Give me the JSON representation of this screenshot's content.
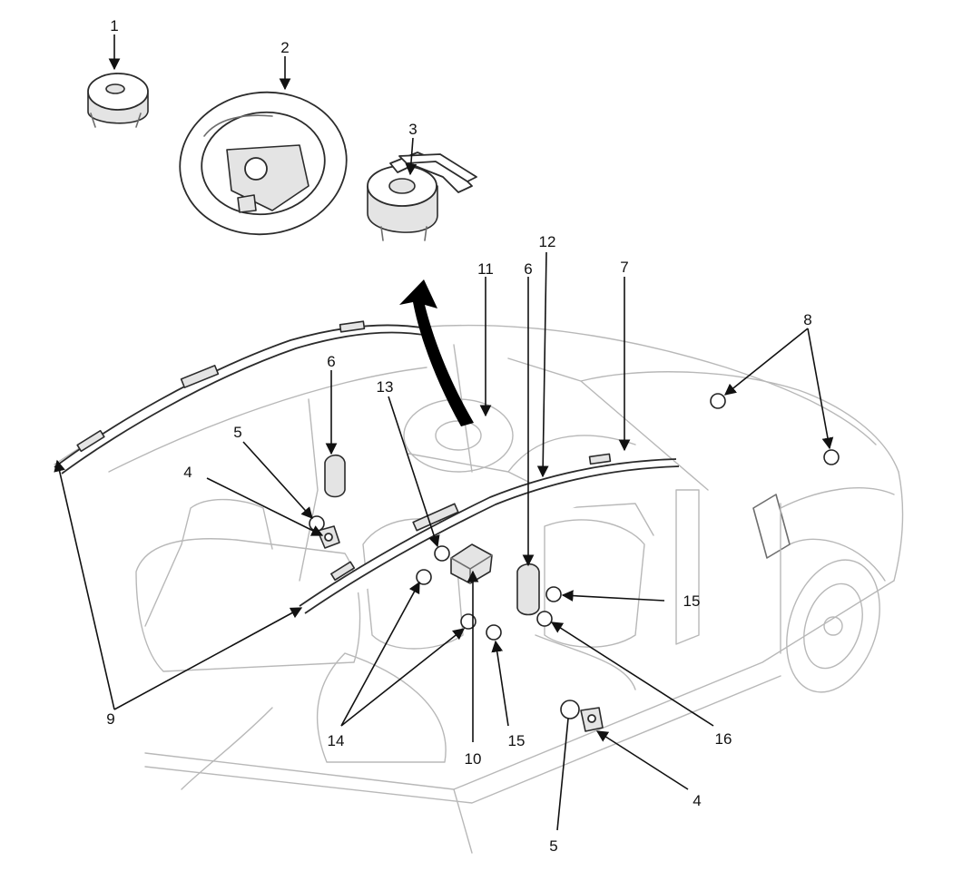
{
  "diagram": {
    "callouts": {
      "c1": "1",
      "c2": "2",
      "c3": "3",
      "c4a": "4",
      "c4b": "4",
      "c5a": "5",
      "c5b": "5",
      "c6a": "6",
      "c6b": "6",
      "c7": "7",
      "c8": "8",
      "c9": "9",
      "c10": "10",
      "c11": "11",
      "c12": "12",
      "c13": "13",
      "c14": "14",
      "c15a": "15",
      "c15b": "15",
      "c16": "16"
    },
    "colors": {
      "outline": "#b8b8b8",
      "component": "#2b2b2b",
      "leader": "#111111",
      "background": "#ffffff"
    }
  }
}
